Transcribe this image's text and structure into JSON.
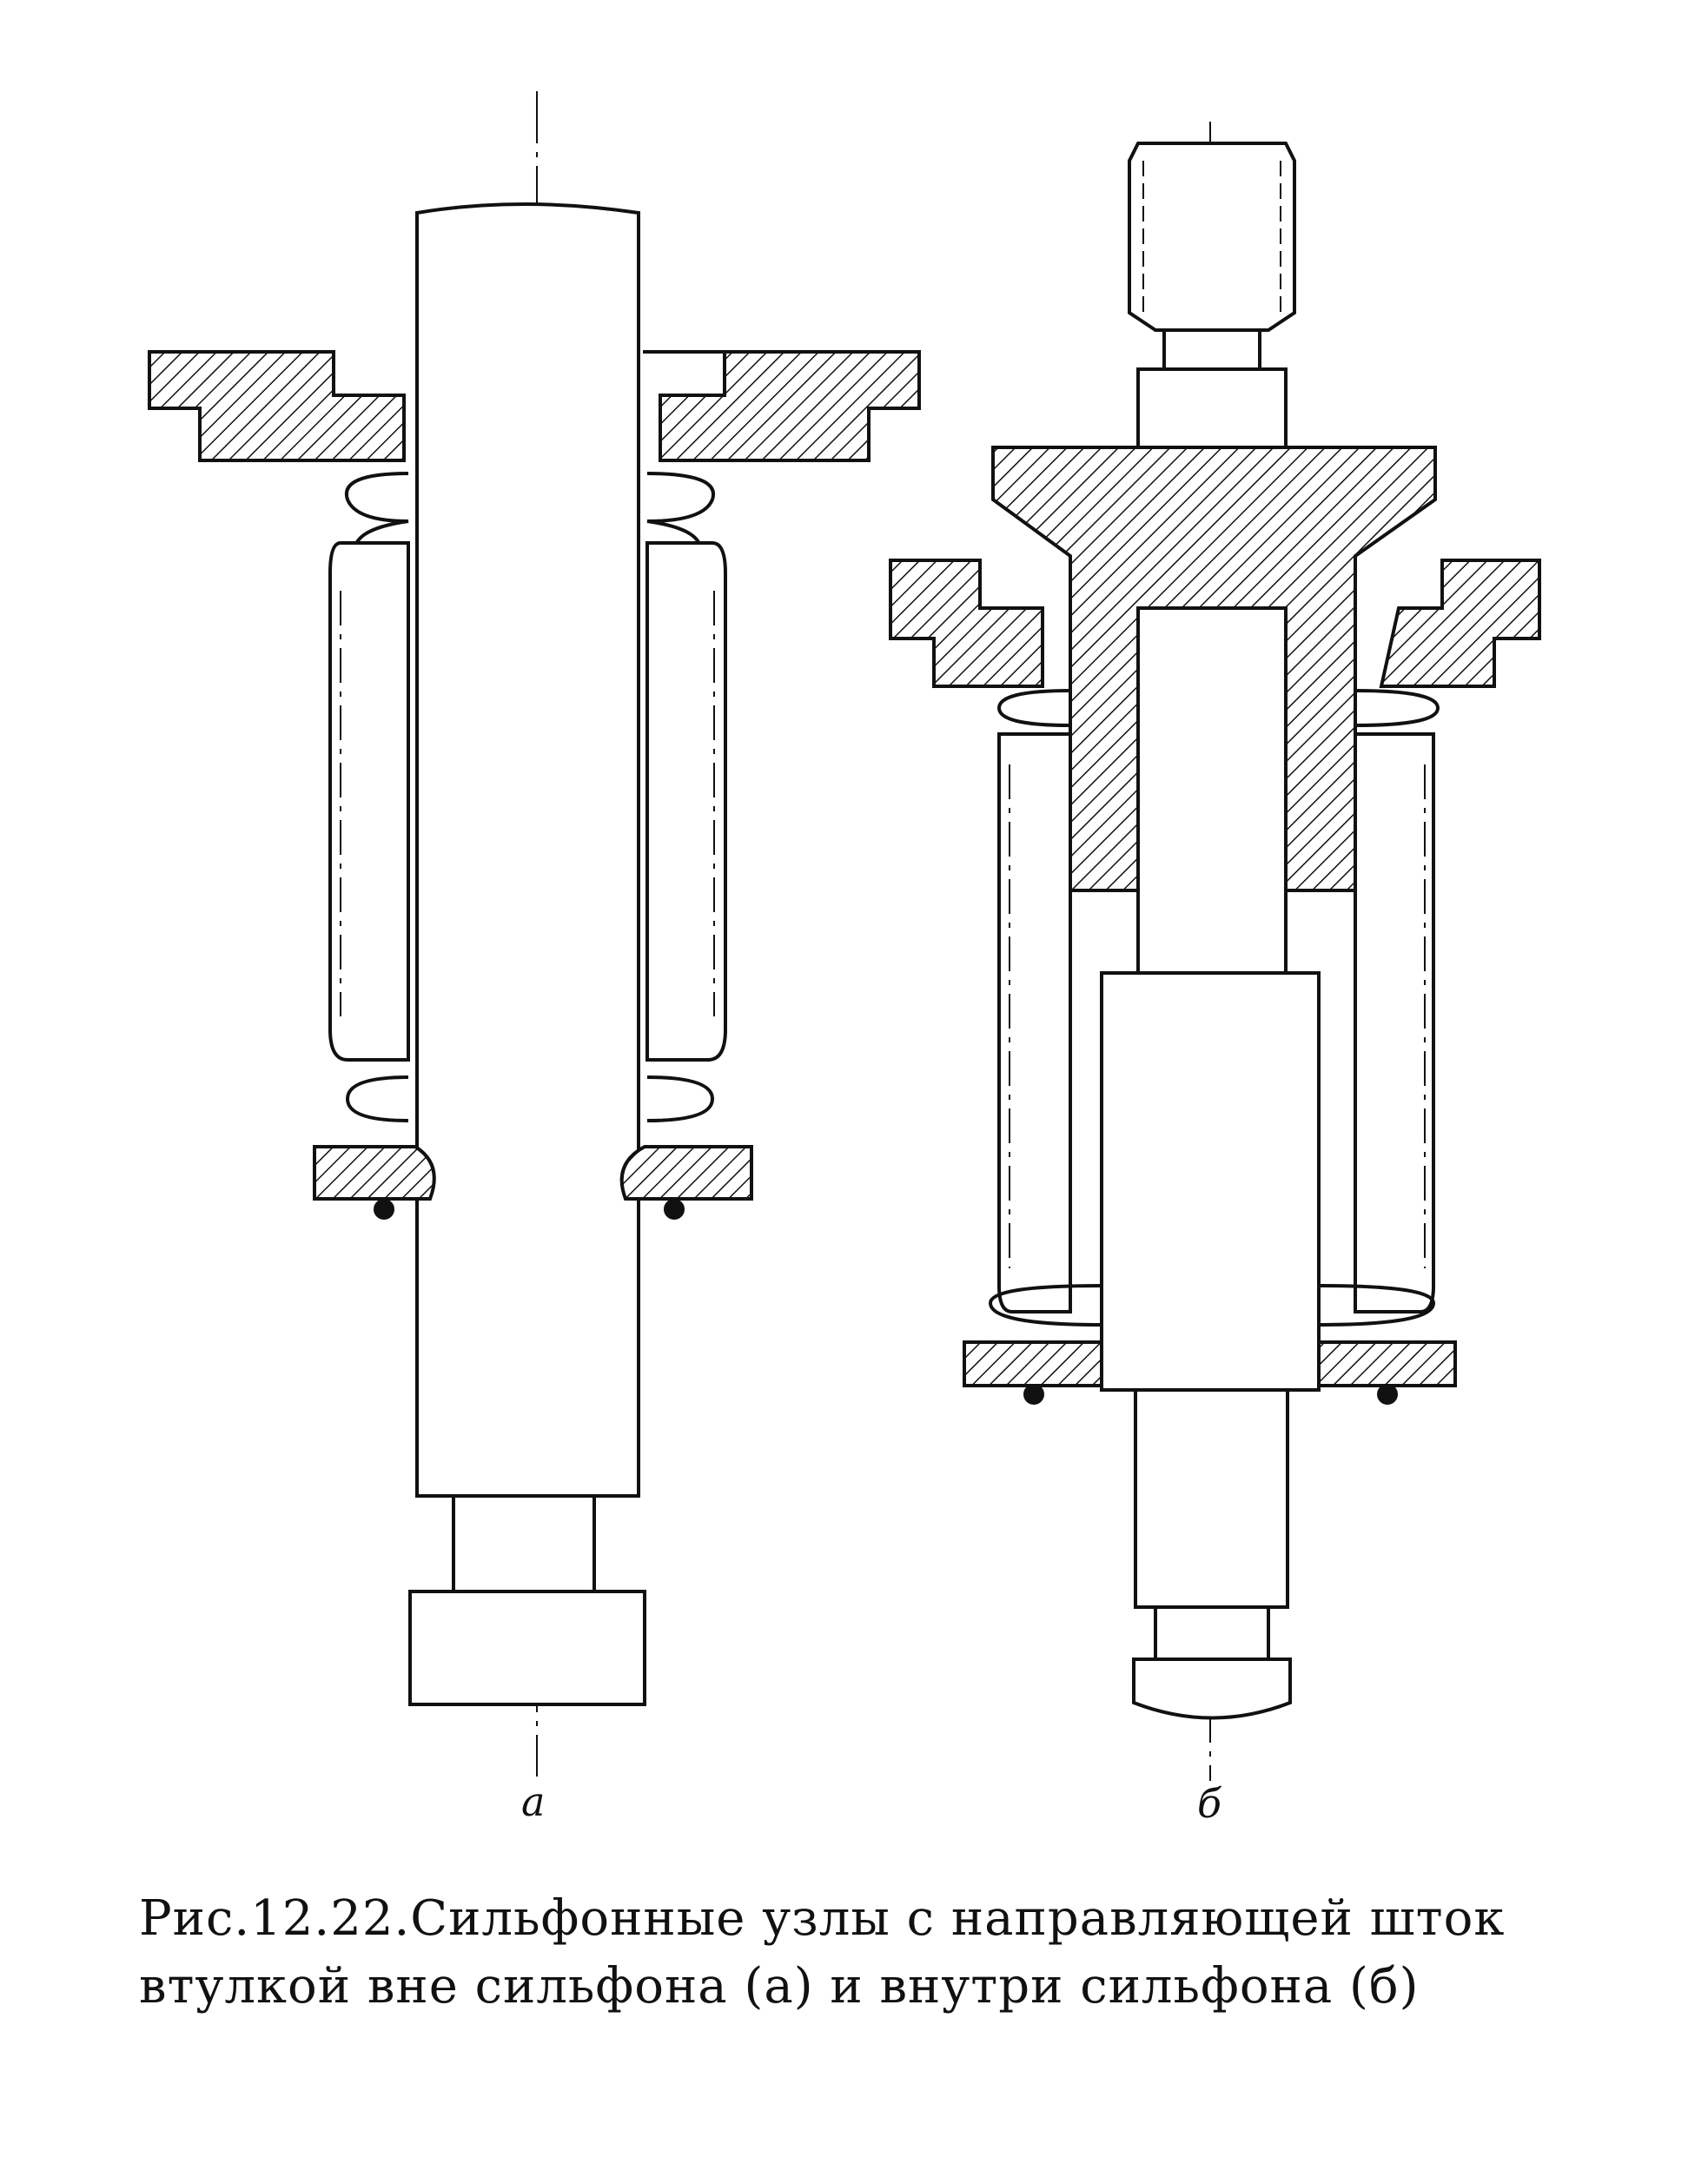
{
  "figure": {
    "label_a": "а",
    "label_b": "б"
  },
  "caption": {
    "line1": "Рис.12.22.Сильфонные узлы с направляющей шток",
    "line2": "втулкой вне сильфона (а) и внутри сильфона (б)"
  },
  "colors": {
    "ink": "#111111",
    "paper": "#ffffff"
  }
}
